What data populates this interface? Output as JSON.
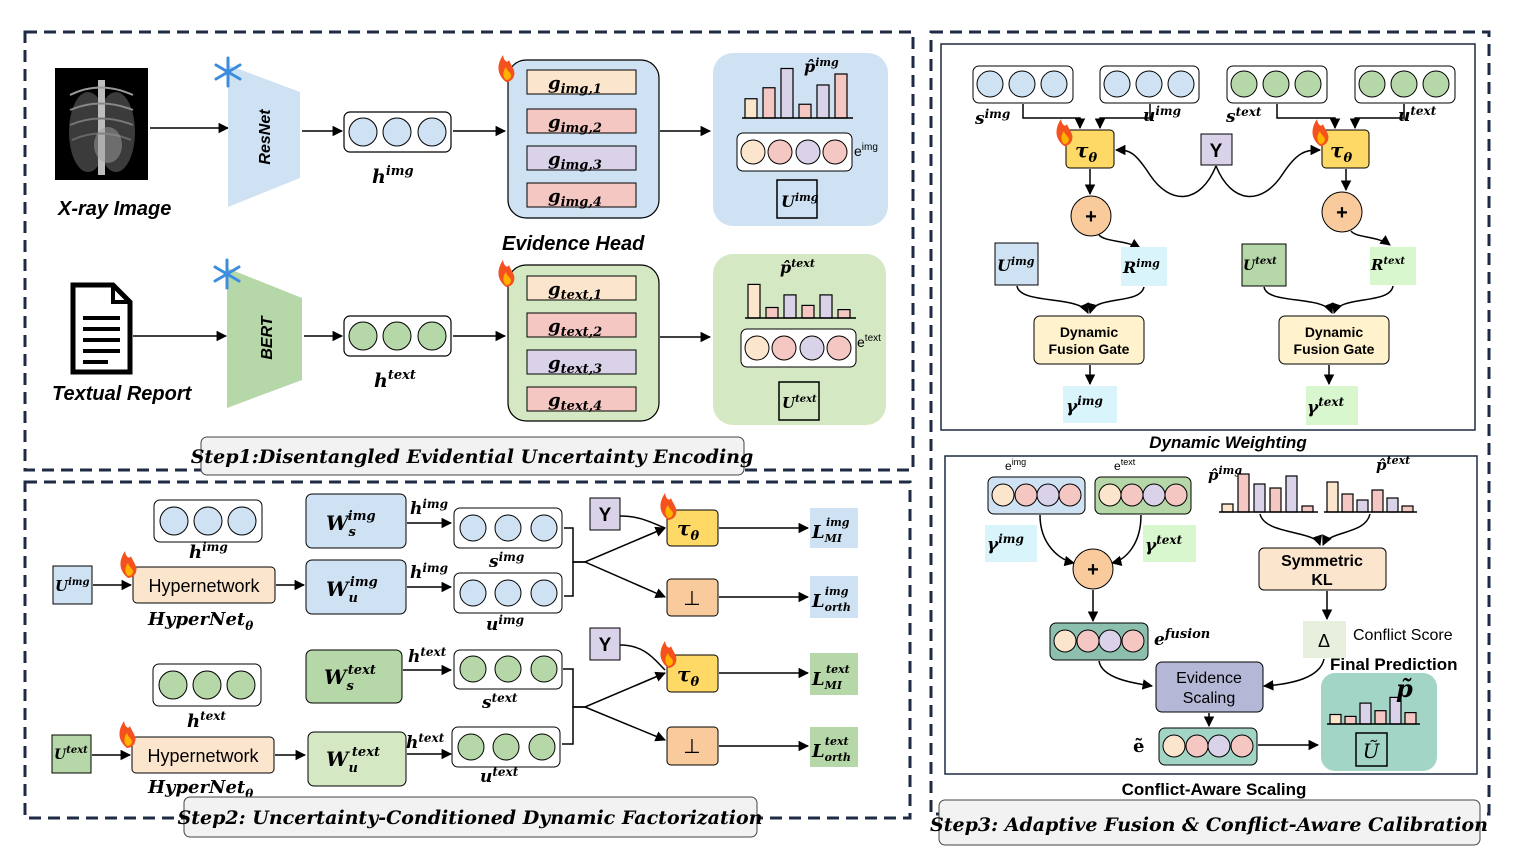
{
  "step1": {
    "title": "Step1:Disentangled Evidential Uncertainty Encoding",
    "xray_label": "X-ray Image",
    "text_label": "Textual Report",
    "resnet": "ResNet",
    "bert": "BERT",
    "h_img": "h",
    "h_img_sup": "img",
    "h_text": "h",
    "h_text_sup": "text",
    "evidence_head": "Evidence Head",
    "g_img": [
      "g",
      "g",
      "g",
      "g"
    ],
    "g_img_sub": [
      "img,1",
      "img,2",
      "img,3",
      "img,4"
    ],
    "g_text": [
      "g",
      "g",
      "g",
      "g"
    ],
    "g_text_sub": [
      "text,1",
      "text,2",
      "text,3",
      "text,4"
    ],
    "p_img": "p̂",
    "p_img_sup": "img",
    "p_text": "p̂",
    "p_text_sup": "text",
    "e_img": "e",
    "e_img_sup": "img",
    "e_text": "e",
    "e_text_sup": "text",
    "u_img": "U",
    "u_img_sup": "img",
    "u_text": "U",
    "u_text_sup": "text",
    "bars_img": [
      0.35,
      0.55,
      0.9,
      0.25,
      0.6,
      0.8
    ],
    "bars_text": [
      0.8,
      0.25,
      0.55,
      0.3,
      0.55,
      0.2
    ]
  },
  "step2": {
    "title": "Step2: Uncertainty-Conditioned Dynamic Factorization",
    "hypernetwork": "Hypernetwork",
    "hypernet_theta": "HyperNet",
    "theta": "θ",
    "ws_img": "W",
    "ws_img_sub": "s",
    "ws_img_sup": "img",
    "wu_img": "W",
    "wu_img_sub": "u",
    "wu_img_sup": "img",
    "ws_text": "W",
    "ws_text_sub": "s",
    "ws_text_sup": "text",
    "wu_text": "W",
    "wu_text_sub": "u",
    "wu_text_sup": "text",
    "h": "h",
    "img": "img",
    "text": "text",
    "s": "s",
    "u": "u",
    "U": "U",
    "Y": "Y",
    "tau": "τ",
    "perp": "⊥",
    "L": "L",
    "mi": "MI",
    "orth": "orth"
  },
  "step3": {
    "title": "Step3: Adaptive Fusion & Conflict-Aware Calibration",
    "dynamic_weighting": "Dynamic Weighting",
    "conflict_aware_scaling": "Conflict-Aware Scaling",
    "s": "s",
    "u": "u",
    "img": "img",
    "text": "text",
    "Y": "Y",
    "tau": "τ",
    "theta": "θ",
    "plus": "+",
    "U": "U",
    "R": "R",
    "gamma": "γ",
    "e": "e",
    "fusion": "fusion",
    "dfg_line1": "Dynamic",
    "dfg_line2": "Fusion Gate",
    "sym_line1": "Symmetric",
    "sym_line2": "KL",
    "delta": "Δ",
    "conflict_score": "Conflict Score",
    "final_prediction": "Final Prediction",
    "evidence_line1": "Evidence",
    "evidence_line2": "Scaling",
    "e_tilde": "ẽ",
    "p_tilde": "p̃",
    "u_tilde": "Ũ",
    "p_hat": "p̂",
    "bars_img": [
      0.2,
      0.95,
      0.7,
      0.6,
      0.9,
      0.15
    ],
    "bars_text": [
      0.75,
      0.45,
      0.3,
      0.55,
      0.35,
      0.15
    ],
    "bars_final": [
      0.25,
      0.2,
      0.55,
      0.35,
      0.7,
      0.3
    ]
  },
  "colors": {
    "img_blue": "#cfe2f3",
    "text_green": "#d5e8c4",
    "g_pink": "#f4c7c3",
    "g_purple": "#d9d2e9",
    "g_peach": "#fce5cd",
    "tau_yellow": "#ffd966",
    "plus_orange": "#f9cb9c",
    "gate_yellow": "#fff2cc",
    "teal": "#a2d5c6"
  }
}
